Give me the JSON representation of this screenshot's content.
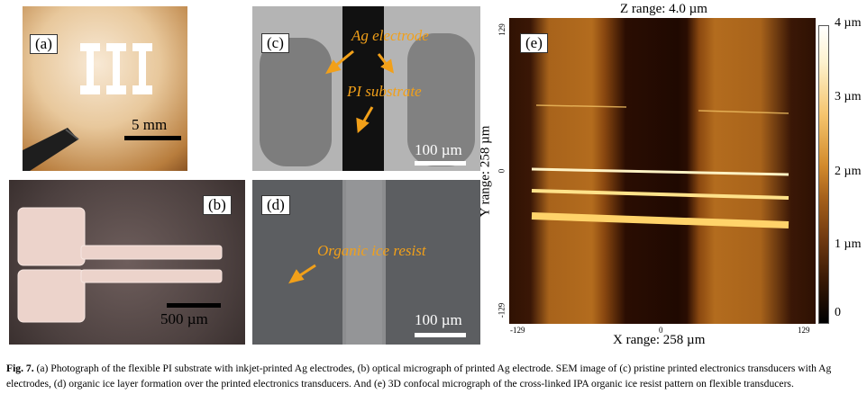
{
  "panels": {
    "a": {
      "tag": "(a)",
      "scale_label": "5 mm"
    },
    "b": {
      "tag": "(b)",
      "scale_label": "500 µm"
    },
    "c": {
      "tag": "(c)",
      "annotation_electrode": "Ag electrode",
      "annotation_substrate": "PI substrate",
      "scale_label": "100 µm"
    },
    "d": {
      "tag": "(d)",
      "annotation_resist": "Organic ice resist",
      "scale_label": "100 µm"
    },
    "e": {
      "tag": "(e)",
      "z_range": "Z range: 4.0 µm",
      "y_range": "Y range: 258 µm",
      "x_range": "X range: 258 µm",
      "x_ticks": [
        "-129",
        "0",
        "129"
      ],
      "y_ticks": [
        "129",
        "0",
        "-129"
      ],
      "colorbar_ticks": [
        "4 µm",
        "3 µm",
        "2 µm",
        "1 µm",
        "0"
      ]
    }
  },
  "caption": {
    "label": "Fig. 7.",
    "text": "(a) Photograph of the flexible PI substrate with inkjet-printed Ag electrodes, (b) optical micrograph of printed Ag electrode. SEM image of (c) pristine printed electronics transducers with Ag electrodes, (d) organic ice layer formation over the printed electronics transducers. And (e) 3D confocal micrograph of the cross-linked IPA organic ice resist pattern on flexible transducers."
  },
  "colors": {
    "annotation": "#f2a019",
    "electrode_substrate": "#c8842c",
    "afm_dark": "#3a1a05"
  }
}
